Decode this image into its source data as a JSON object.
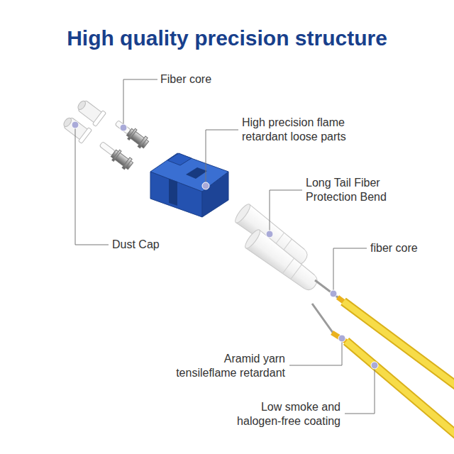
{
  "diagram": {
    "title": "High quality precision structure",
    "labels": [
      "Fiber core",
      "High precision flame retardant loose parts",
      "Long Tail Fiber Protection Bend",
      "Dust Cap",
      "fiber core",
      "Aramid yarn tensileflame retardant",
      "Low smoke and halogen-free coating"
    ]
  }
}
